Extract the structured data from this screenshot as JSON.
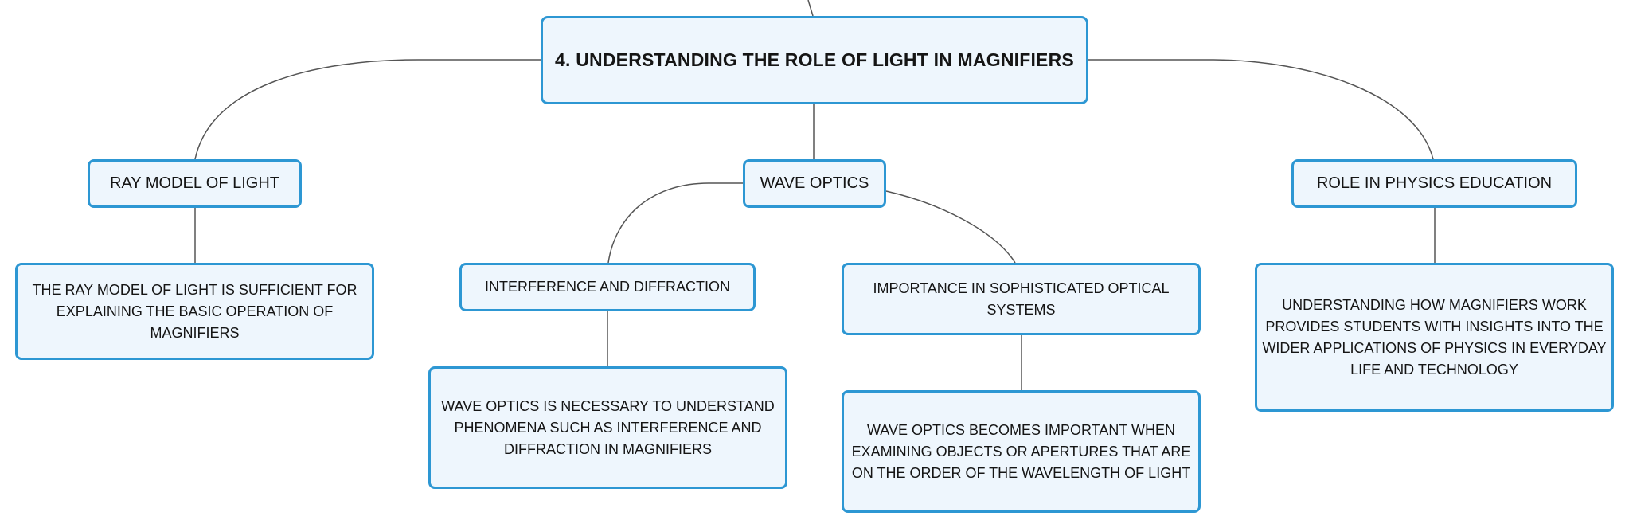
{
  "colors": {
    "node_fill": "#eef6fd",
    "node_border": "#2d97d3",
    "connector": "#555555",
    "text": "#151515"
  },
  "mindmap": {
    "root": "4. UNDERSTANDING THE ROLE OF LIGHT IN MAGNIFIERS",
    "ray_model": {
      "title": "RAY MODEL OF LIGHT",
      "detail": "THE RAY MODEL OF LIGHT IS SUFFICIENT FOR EXPLAINING THE BASIC OPERATION OF MAGNIFIERS"
    },
    "wave_optics": {
      "title": "WAVE OPTICS",
      "interference": {
        "title": "INTERFERENCE AND DIFFRACTION",
        "detail": "WAVE OPTICS IS NECESSARY TO UNDERSTAND PHENOMENA SUCH AS INTERFERENCE AND DIFFRACTION IN MAGNIFIERS"
      },
      "importance": {
        "title": "IMPORTANCE IN SOPHISTICATED OPTICAL SYSTEMS",
        "detail": "WAVE OPTICS BECOMES IMPORTANT WHEN EXAMINING OBJECTS OR APERTURES THAT ARE ON THE ORDER OF THE WAVELENGTH OF LIGHT"
      }
    },
    "physics_education": {
      "title": "ROLE IN PHYSICS EDUCATION",
      "detail": "UNDERSTANDING HOW MAGNIFIERS WORK PROVIDES STUDENTS WITH INSIGHTS INTO THE WIDER APPLICATIONS OF PHYSICS IN EVERYDAY LIFE AND TECHNOLOGY"
    }
  }
}
